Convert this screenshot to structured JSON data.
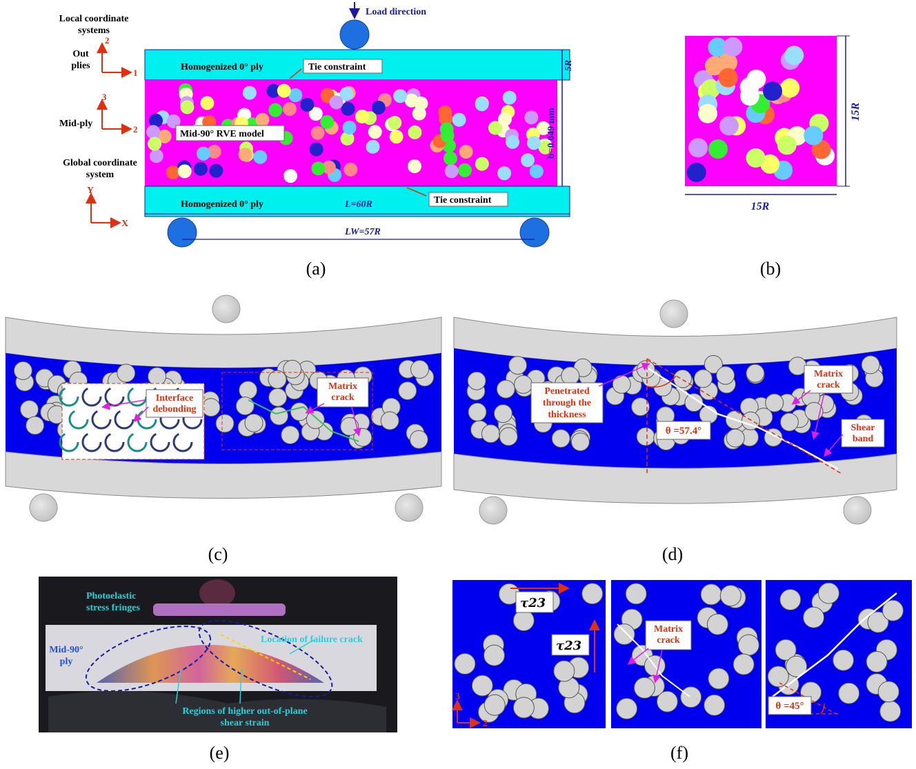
{
  "panel_a": {
    "load_direction": "Load direction",
    "local_coord_title": "Local coordinate\nsystems",
    "out_plies": "Out\nplies",
    "mid_ply": "Mid-ply",
    "global_coord_title": "Global coordinate\nsystem",
    "axis_out_v": "2",
    "axis_out_h": "1",
    "axis_mid_v": "3",
    "axis_mid_h": "2",
    "axis_global_v": "Y",
    "axis_global_h": "X",
    "top_ply_label": "Homogenized 0° ply",
    "bottom_ply_label": "Homogenized 0° ply",
    "tie_top": "Tie constraint",
    "tie_bottom": "Tie constraint",
    "rve_label": "Mid-90° RVE model",
    "dim_5r": "5R",
    "dim_b": "b=0.049 mm",
    "dim_l": "L=60R",
    "dim_lw": "LW=57R",
    "caption": "(a)"
  },
  "panel_b": {
    "dim_side": "15R",
    "dim_bottom": "15R",
    "caption": "(b)"
  },
  "panel_c": {
    "interface_debonding": "Interface\ndebonding",
    "matrix_crack": "Matrix\ncrack",
    "caption": "(c)"
  },
  "panel_d": {
    "penetrated": "Penetrated\nthrough the\nthickness",
    "theta": "θ =57.4°",
    "matrix_crack": "Matrix\ncrack",
    "shear_band": "Shear\nband",
    "caption": "(d)"
  },
  "panel_e": {
    "photoelastic": "Photoelastic\nstress fringes",
    "failure_crack": "Location of failure crack",
    "mid_ply": "Mid-90°\nply",
    "regions": "Regions of higher out-of-plane\nshear strain",
    "caption": "(e)"
  },
  "panel_f": {
    "tau_top": "τ23",
    "tau_side": "τ23",
    "matrix_crack": "Matrix\ncrack",
    "theta": "θ =45°",
    "axis_v": "3",
    "axis_h": "2",
    "caption": "(f)"
  },
  "colors": {
    "ply": "#00f0f0",
    "matrix": "#ff00ff",
    "blue_matrix": "#0000ee",
    "fiber_gray": "#d3d3d3",
    "annotation_red": "#e03010",
    "dim_blue": "#1a1aa0"
  }
}
